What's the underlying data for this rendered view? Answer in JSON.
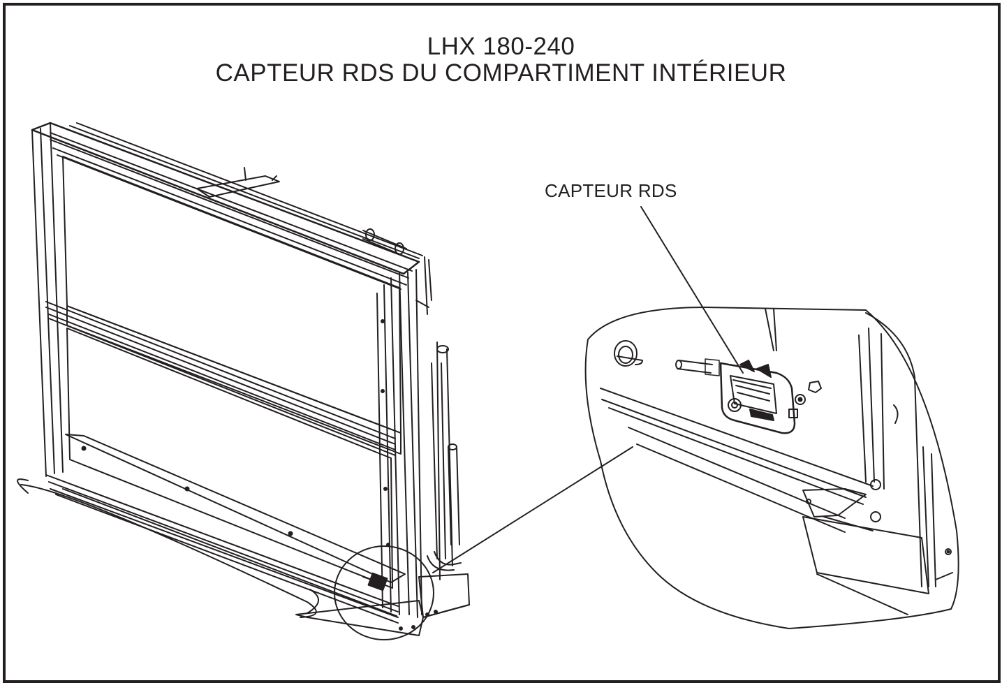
{
  "title": {
    "line1": "LHX 180-240",
    "line2": "CAPTEUR RDS DU COMPARTIMENT INTÉRIEUR"
  },
  "callout": {
    "label": "CAPTEUR RDS"
  },
  "colors": {
    "ink": "#231f20",
    "paper": "#ffffff"
  }
}
